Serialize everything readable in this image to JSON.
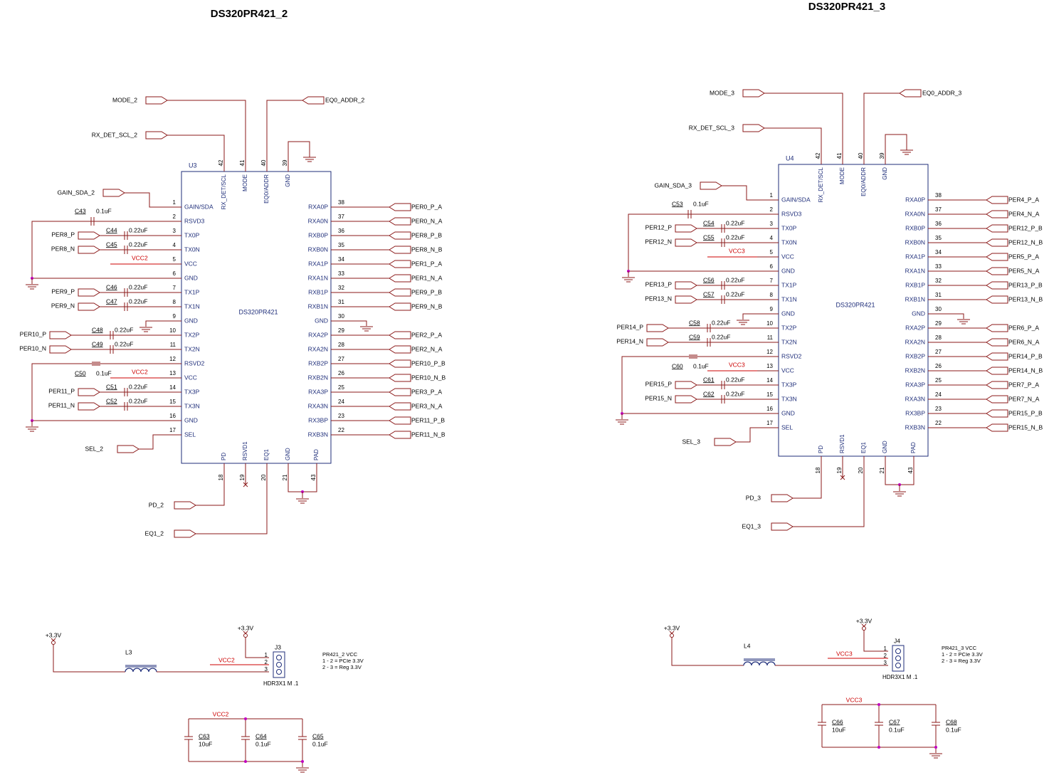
{
  "sheets": [
    {
      "title": "DS320PR421_2",
      "refdes": "U3",
      "part": "DS320PR421",
      "top_pins": [
        {
          "num": "42",
          "name": "RX_DET/SCL"
        },
        {
          "num": "41",
          "name": "MODE"
        },
        {
          "num": "40",
          "name": "EQ0/ADDR"
        },
        {
          "num": "39",
          "name": "GND"
        }
      ],
      "bottom_pins": [
        {
          "num": "18",
          "name": "PD"
        },
        {
          "num": "19",
          "name": "RSVD1"
        },
        {
          "num": "20",
          "name": "EQ1"
        },
        {
          "num": "21",
          "name": "GND"
        },
        {
          "num": "43",
          "name": "PAD"
        }
      ],
      "left_pins": [
        {
          "num": "1",
          "name": "GAIN/SDA"
        },
        {
          "num": "2",
          "name": "RSVD3"
        },
        {
          "num": "3",
          "name": "TX0P"
        },
        {
          "num": "4",
          "name": "TX0N"
        },
        {
          "num": "5",
          "name": "VCC"
        },
        {
          "num": "6",
          "name": "GND"
        },
        {
          "num": "7",
          "name": "TX1P"
        },
        {
          "num": "8",
          "name": "TX1N"
        },
        {
          "num": "9",
          "name": "GND"
        },
        {
          "num": "10",
          "name": "TX2P"
        },
        {
          "num": "11",
          "name": "TX2N"
        },
        {
          "num": "12",
          "name": "RSVD2"
        },
        {
          "num": "13",
          "name": "VCC"
        },
        {
          "num": "14",
          "name": "TX3P"
        },
        {
          "num": "15",
          "name": "TX3N"
        },
        {
          "num": "16",
          "name": "GND"
        },
        {
          "num": "17",
          "name": "SEL"
        }
      ],
      "right_pins": [
        {
          "num": "38",
          "name": "RXA0P",
          "net": "PER0_P_A"
        },
        {
          "num": "37",
          "name": "RXA0N",
          "net": "PER0_N_A"
        },
        {
          "num": "36",
          "name": "RXB0P",
          "net": "PER8_P_B"
        },
        {
          "num": "35",
          "name": "RXB0N",
          "net": "PER8_N_B"
        },
        {
          "num": "34",
          "name": "RXA1P",
          "net": "PER1_P_A"
        },
        {
          "num": "33",
          "name": "RXA1N",
          "net": "PER1_N_A"
        },
        {
          "num": "32",
          "name": "RXB1P",
          "net": "PER9_P_B"
        },
        {
          "num": "31",
          "name": "RXB1N",
          "net": "PER9_N_B"
        },
        {
          "num": "30",
          "name": "GND",
          "net": ""
        },
        {
          "num": "29",
          "name": "RXA2P",
          "net": "PER2_P_A"
        },
        {
          "num": "28",
          "name": "RXA2N",
          "net": "PER2_N_A"
        },
        {
          "num": "27",
          "name": "RXB2P",
          "net": "PER10_P_B"
        },
        {
          "num": "26",
          "name": "RXB2N",
          "net": "PER10_N_B"
        },
        {
          "num": "25",
          "name": "RXA3P",
          "net": "PER3_P_A"
        },
        {
          "num": "24",
          "name": "RXA3N",
          "net": "PER3_N_A"
        },
        {
          "num": "23",
          "name": "RX3BP",
          "net": "PER11_P_B"
        },
        {
          "num": "22",
          "name": "RXB3N",
          "net": "PER11_N_B"
        }
      ],
      "ports": {
        "mode": "MODE_2",
        "eq0": "EQ0_ADDR_2",
        "rxdet": "RX_DET_SCL_2",
        "gain": "GAIN_SDA_2",
        "sel": "SEL_2",
        "pd": "PD_2",
        "eq1": "EQ1_2"
      },
      "vcc_net": "VCC2",
      "tx_inputs": [
        {
          "pin": "3",
          "net": "PER8_P",
          "cap": "C44",
          "value": "0.22uF"
        },
        {
          "pin": "4",
          "net": "PER8_N",
          "cap": "C45",
          "value": "0.22uF"
        },
        {
          "pin": "7",
          "net": "PER9_P",
          "cap": "C46",
          "value": "0.22uF"
        },
        {
          "pin": "8",
          "net": "PER9_N",
          "cap": "C47",
          "value": "0.22uF"
        },
        {
          "pin": "10",
          "net": "PER10_P",
          "cap": "C48",
          "value": "0.22uF"
        },
        {
          "pin": "11",
          "net": "PER10_N",
          "cap": "C49",
          "value": "0.22uF"
        },
        {
          "pin": "14",
          "net": "PER11_P",
          "cap": "C51",
          "value": "0.22uF"
        },
        {
          "pin": "15",
          "net": "PER11_N",
          "cap": "C52",
          "value": "0.22uF"
        }
      ],
      "rsvd3_cap": {
        "ref": "C43",
        "value": "0.1uF"
      },
      "rsvd2_cap": {
        "ref": "C50",
        "value": "0.1uF"
      },
      "power": {
        "supply": "+3.3V",
        "inductor": "L3",
        "header_ref": "J3",
        "header_part": "HDR3X1 M .1",
        "header_pins": [
          "1",
          "2",
          "3"
        ],
        "note": [
          "PR421_2 VCC",
          "1 - 2 = PCIe 3.3V",
          "2 - 3 = Reg 3.3V"
        ],
        "decoupling": [
          {
            "ref": "C63",
            "value": "10uF"
          },
          {
            "ref": "C64",
            "value": "0.1uF"
          },
          {
            "ref": "C65",
            "value": "0.1uF"
          }
        ]
      }
    },
    {
      "title": "DS320PR421_3",
      "refdes": "U4",
      "part": "DS320PR421",
      "top_pins": [
        {
          "num": "42",
          "name": "RX_DET/SCL"
        },
        {
          "num": "41",
          "name": "MODE"
        },
        {
          "num": "40",
          "name": "EQ0/ADDR"
        },
        {
          "num": "39",
          "name": "GND"
        }
      ],
      "bottom_pins": [
        {
          "num": "18",
          "name": "PD"
        },
        {
          "num": "19",
          "name": "RSVD1"
        },
        {
          "num": "20",
          "name": "EQ1"
        },
        {
          "num": "21",
          "name": "GND"
        },
        {
          "num": "43",
          "name": "PAD"
        }
      ],
      "left_pins": [
        {
          "num": "1",
          "name": "GAIN/SDA"
        },
        {
          "num": "2",
          "name": "RSVD3"
        },
        {
          "num": "3",
          "name": "TX0P"
        },
        {
          "num": "4",
          "name": "TX0N"
        },
        {
          "num": "5",
          "name": "VCC"
        },
        {
          "num": "6",
          "name": "GND"
        },
        {
          "num": "7",
          "name": "TX1P"
        },
        {
          "num": "8",
          "name": "TX1N"
        },
        {
          "num": "9",
          "name": "GND"
        },
        {
          "num": "10",
          "name": "TX2P"
        },
        {
          "num": "11",
          "name": "TX2N"
        },
        {
          "num": "12",
          "name": "RSVD2"
        },
        {
          "num": "13",
          "name": "VCC"
        },
        {
          "num": "14",
          "name": "TX3P"
        },
        {
          "num": "15",
          "name": "TX3N"
        },
        {
          "num": "16",
          "name": "GND"
        },
        {
          "num": "17",
          "name": "SEL"
        }
      ],
      "right_pins": [
        {
          "num": "38",
          "name": "RXA0P",
          "net": "PER4_P_A"
        },
        {
          "num": "37",
          "name": "RXA0N",
          "net": "PER4_N_A"
        },
        {
          "num": "36",
          "name": "RXB0P",
          "net": "PER12_P_B"
        },
        {
          "num": "35",
          "name": "RXB0N",
          "net": "PER12_N_B"
        },
        {
          "num": "34",
          "name": "RXA1P",
          "net": "PER5_P_A"
        },
        {
          "num": "33",
          "name": "RXA1N",
          "net": "PER5_N_A"
        },
        {
          "num": "32",
          "name": "RXB1P",
          "net": "PER13_P_B"
        },
        {
          "num": "31",
          "name": "RXB1N",
          "net": "PER13_N_B"
        },
        {
          "num": "30",
          "name": "GND",
          "net": ""
        },
        {
          "num": "29",
          "name": "RXA2P",
          "net": "PER6_P_A"
        },
        {
          "num": "28",
          "name": "RXA2N",
          "net": "PER6_N_A"
        },
        {
          "num": "27",
          "name": "RXB2P",
          "net": "PER14_P_B"
        },
        {
          "num": "26",
          "name": "RXB2N",
          "net": "PER14_N_B"
        },
        {
          "num": "25",
          "name": "RXA3P",
          "net": "PER7_P_A"
        },
        {
          "num": "24",
          "name": "RXA3N",
          "net": "PER7_N_A"
        },
        {
          "num": "23",
          "name": "RX3BP",
          "net": "PER15_P_B"
        },
        {
          "num": "22",
          "name": "RXB3N",
          "net": "PER15_N_B"
        }
      ],
      "ports": {
        "mode": "MODE_3",
        "eq0": "EQ0_ADDR_3",
        "rxdet": "RX_DET_SCL_3",
        "gain": "GAIN_SDA_3",
        "sel": "SEL_3",
        "pd": "PD_3",
        "eq1": "EQ1_3"
      },
      "vcc_net": "VCC3",
      "tx_inputs": [
        {
          "pin": "3",
          "net": "PER12_P",
          "cap": "C54",
          "value": "0.22uF"
        },
        {
          "pin": "4",
          "net": "PER12_N",
          "cap": "C55",
          "value": "0.22uF"
        },
        {
          "pin": "7",
          "net": "PER13_P",
          "cap": "C56",
          "value": "0.22uF"
        },
        {
          "pin": "8",
          "net": "PER13_N",
          "cap": "C57",
          "value": "0.22uF"
        },
        {
          "pin": "10",
          "net": "PER14_P",
          "cap": "C58",
          "value": "0.22uF"
        },
        {
          "pin": "11",
          "net": "PER14_N",
          "cap": "C59",
          "value": "0.22uF"
        },
        {
          "pin": "14",
          "net": "PER15_P",
          "cap": "C61",
          "value": "0.22uF"
        },
        {
          "pin": "15",
          "net": "PER15_N",
          "cap": "C62",
          "value": "0.22uF"
        }
      ],
      "rsvd3_cap": {
        "ref": "C53",
        "value": "0.1uF"
      },
      "rsvd2_cap": {
        "ref": "C60",
        "value": "0.1uF"
      },
      "power": {
        "supply": "+3.3V",
        "inductor": "L4",
        "header_ref": "J4",
        "header_part": "HDR3X1 M .1",
        "header_pins": [
          "1",
          "2",
          "3"
        ],
        "note": [
          "PR421_3 VCC",
          "1 - 2 = PCIe 3.3V",
          "2 - 3 = Reg 3.3V"
        ],
        "decoupling": [
          {
            "ref": "C66",
            "value": "10uF"
          },
          {
            "ref": "C67",
            "value": "0.1uF"
          },
          {
            "ref": "C68",
            "value": "0.1uF"
          }
        ]
      }
    }
  ],
  "colors": {
    "wire": "#8b1a1a",
    "net_label": "#cc0000",
    "pin_text": "#1f2e7a",
    "body": "#1f2e7a",
    "junction": "#c000c0",
    "text": "#000000",
    "hdr_body": "#1f2e7a"
  }
}
